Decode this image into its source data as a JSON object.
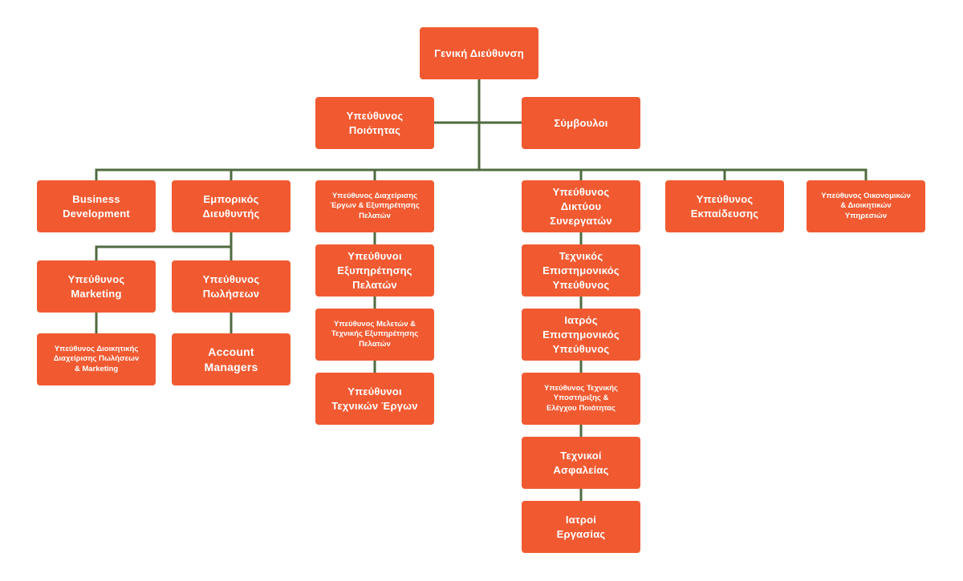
{
  "colors": {
    "node_fill": "#f15a31",
    "node_text": "#ffffff",
    "connector": "#4f6b3f",
    "background": "#ffffff"
  },
  "nodes": {
    "general_management": {
      "label": "Γενική Διεύθυνση"
    },
    "quality_manager": {
      "label": "Υπεύθυνος Ποιότητας"
    },
    "advisors": {
      "label": "Σύμβουλοι"
    },
    "business_development": {
      "label": "Business\nDevelopment"
    },
    "commercial_director": {
      "label": "Εμπορικός\nΔιευθυντής"
    },
    "project_customer_manager": {
      "label": "Υπεύθυνος Διαχείρισης\nΈργων & Εξυπηρέτησης\nΠελατών"
    },
    "partner_network_manager": {
      "label": "Υπεύθυνος\nΔικτύου\nΣυνεργατών"
    },
    "training_manager": {
      "label": "Υπεύθυνος\nΕκπαίδευσης"
    },
    "finance_admin_manager": {
      "label": "Υπεύθυνος Οικονομικών\n& Διοικητικών\nΥπηρεσιών"
    },
    "marketing_manager": {
      "label": "Υπεύθυνος\nMarketing"
    },
    "sales_manager": {
      "label": "Υπεύθυνος\nΠωλήσεων"
    },
    "sales_marketing_admin": {
      "label": "Υπεύθυνος Διοικητικής\nΔιαχείρισης Πωλήσεων\n& Marketing"
    },
    "account_managers": {
      "label": "Account\nManagers"
    },
    "customer_service": {
      "label": "Υπεύθυνοι\nΕξυπηρέτησης\nΠελατών"
    },
    "studies_tech_service": {
      "label": "Υπεύθυνος Μελετών &\nΤεχνικής Εξυπηρέτησης\nΠελατών"
    },
    "technical_projects": {
      "label": "Υπεύθυνοι\nΤεχνικών Έργων"
    },
    "technical_scientific": {
      "label": "Τεχνικός\nΕπιστημονικός\nΥπεύθυνος"
    },
    "medical_scientific": {
      "label": "Ιατρός\nΕπιστημονικός\nΥπεύθυνος"
    },
    "tech_support_qc": {
      "label": "Υπεύθυνος Τεχνικής\nΥποστήριξης &\nΕλέγχου Ποιότητας"
    },
    "safety_technicians": {
      "label": "Τεχνικοί\nΑσφαλείας"
    },
    "occupational_doctors": {
      "label": "Ιατροί\nΕργασίας"
    }
  }
}
